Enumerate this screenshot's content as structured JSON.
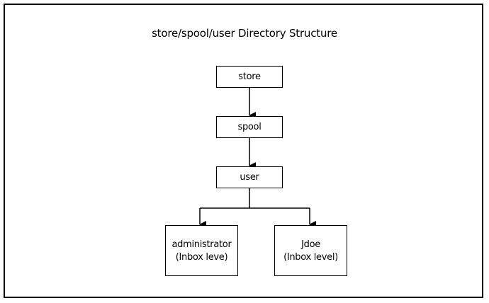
{
  "title": "store/spool/user Directory Structure",
  "nodes": {
    "store": "store",
    "spool": "spool",
    "user": "user",
    "administrator": {
      "line1": "administrator",
      "line2": "(Inbox leve)"
    },
    "jdoe": {
      "line1": "Jdoe",
      "line2": "(Inbox level)"
    }
  },
  "colors": {
    "line": "#000000",
    "background": "#ffffff"
  }
}
